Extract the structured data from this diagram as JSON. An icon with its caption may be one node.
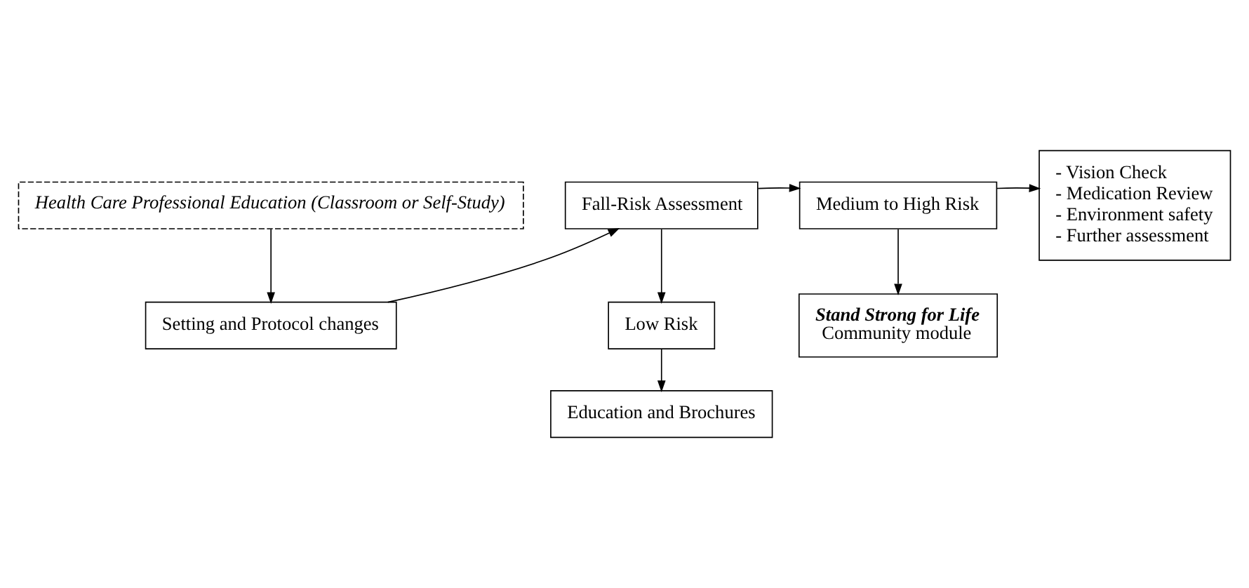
{
  "diagram": {
    "nodes": [
      {
        "text": [
          "Health Care Professional Education (Classroom or Self-Study)"
        ]
      },
      {
        "text": [
          "Setting and Protocol changes"
        ]
      },
      {
        "text": [
          "Fall-Risk Assessment"
        ]
      },
      {
        "text": [
          "Low Risk"
        ]
      },
      {
        "text": [
          "Education and Brochures"
        ]
      },
      {
        "text": [
          "Medium to High Risk"
        ]
      },
      {
        "text": [
          "Stand Strong for Life",
          "Community module"
        ]
      },
      {
        "text": [
          "- Vision Check",
          "- Medication Review",
          "- Environment safety",
          "- Further assessment"
        ]
      }
    ],
    "edges": [
      {
        "from": 0,
        "to": 1,
        "arrow": "to"
      },
      {
        "from": 1,
        "to": 2,
        "arrow": "to"
      },
      {
        "from": 2,
        "to": 5,
        "arrow": "to"
      },
      {
        "from": 2,
        "to": 3,
        "arrow": "to"
      },
      {
        "from": 3,
        "to": 4,
        "arrow": "to"
      },
      {
        "from": 5,
        "to": 6,
        "arrow": "to"
      },
      {
        "from": 5,
        "to": 7,
        "arrow": "to"
      }
    ]
  }
}
